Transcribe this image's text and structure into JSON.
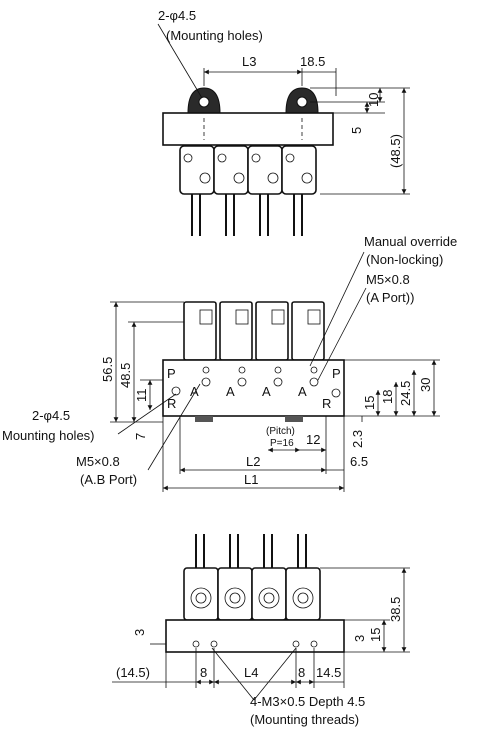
{
  "top_view": {
    "holes_label": "2-φ4.5",
    "holes_note": "(Mounting holes)",
    "dim_L3": "L3",
    "dim_18_5": "18.5",
    "dim_10": "10",
    "dim_5": "5",
    "dim_48_5": "(48.5)"
  },
  "front_view": {
    "override_label": "Manual override",
    "override_note": "(Non-locking)",
    "a_port_thread": "M5×0.8",
    "a_port_note": "(A Port))",
    "dim_56_5": "56.5",
    "dim_48_5": "48.5",
    "dim_11": "11",
    "dim_7": "7",
    "dim_15": "15",
    "dim_18": "18",
    "dim_24_5": "24.5",
    "dim_30": "30",
    "holes_label": "2-φ4.5",
    "holes_note": "Mounting holes)",
    "ab_port_thread": "M5×0.8",
    "ab_port_note": "(A.B Port)",
    "pitch_label": "(Pitch)",
    "pitch_value": "P=16",
    "dim_12": "12",
    "dim_2_3": "2.3",
    "dim_6_5": "6.5",
    "dim_L2": "L2",
    "dim_L1": "L1",
    "port_P_left": "P",
    "port_R_left": "R",
    "port_P_right": "P",
    "port_R_right": "R",
    "port_A": "A"
  },
  "bottom_view": {
    "dim_38_5": "38.5",
    "dim_15": "15",
    "dim_3_right": "3",
    "dim_3_left": "3",
    "dim_14_5_left": "(14.5)",
    "dim_8_left": "8",
    "dim_L4": "L4",
    "dim_8_right": "8",
    "dim_14_5_right": "14.5",
    "threads_label": "4-M3×0.5 Depth 4.5",
    "threads_note": "(Mounting threads)"
  }
}
